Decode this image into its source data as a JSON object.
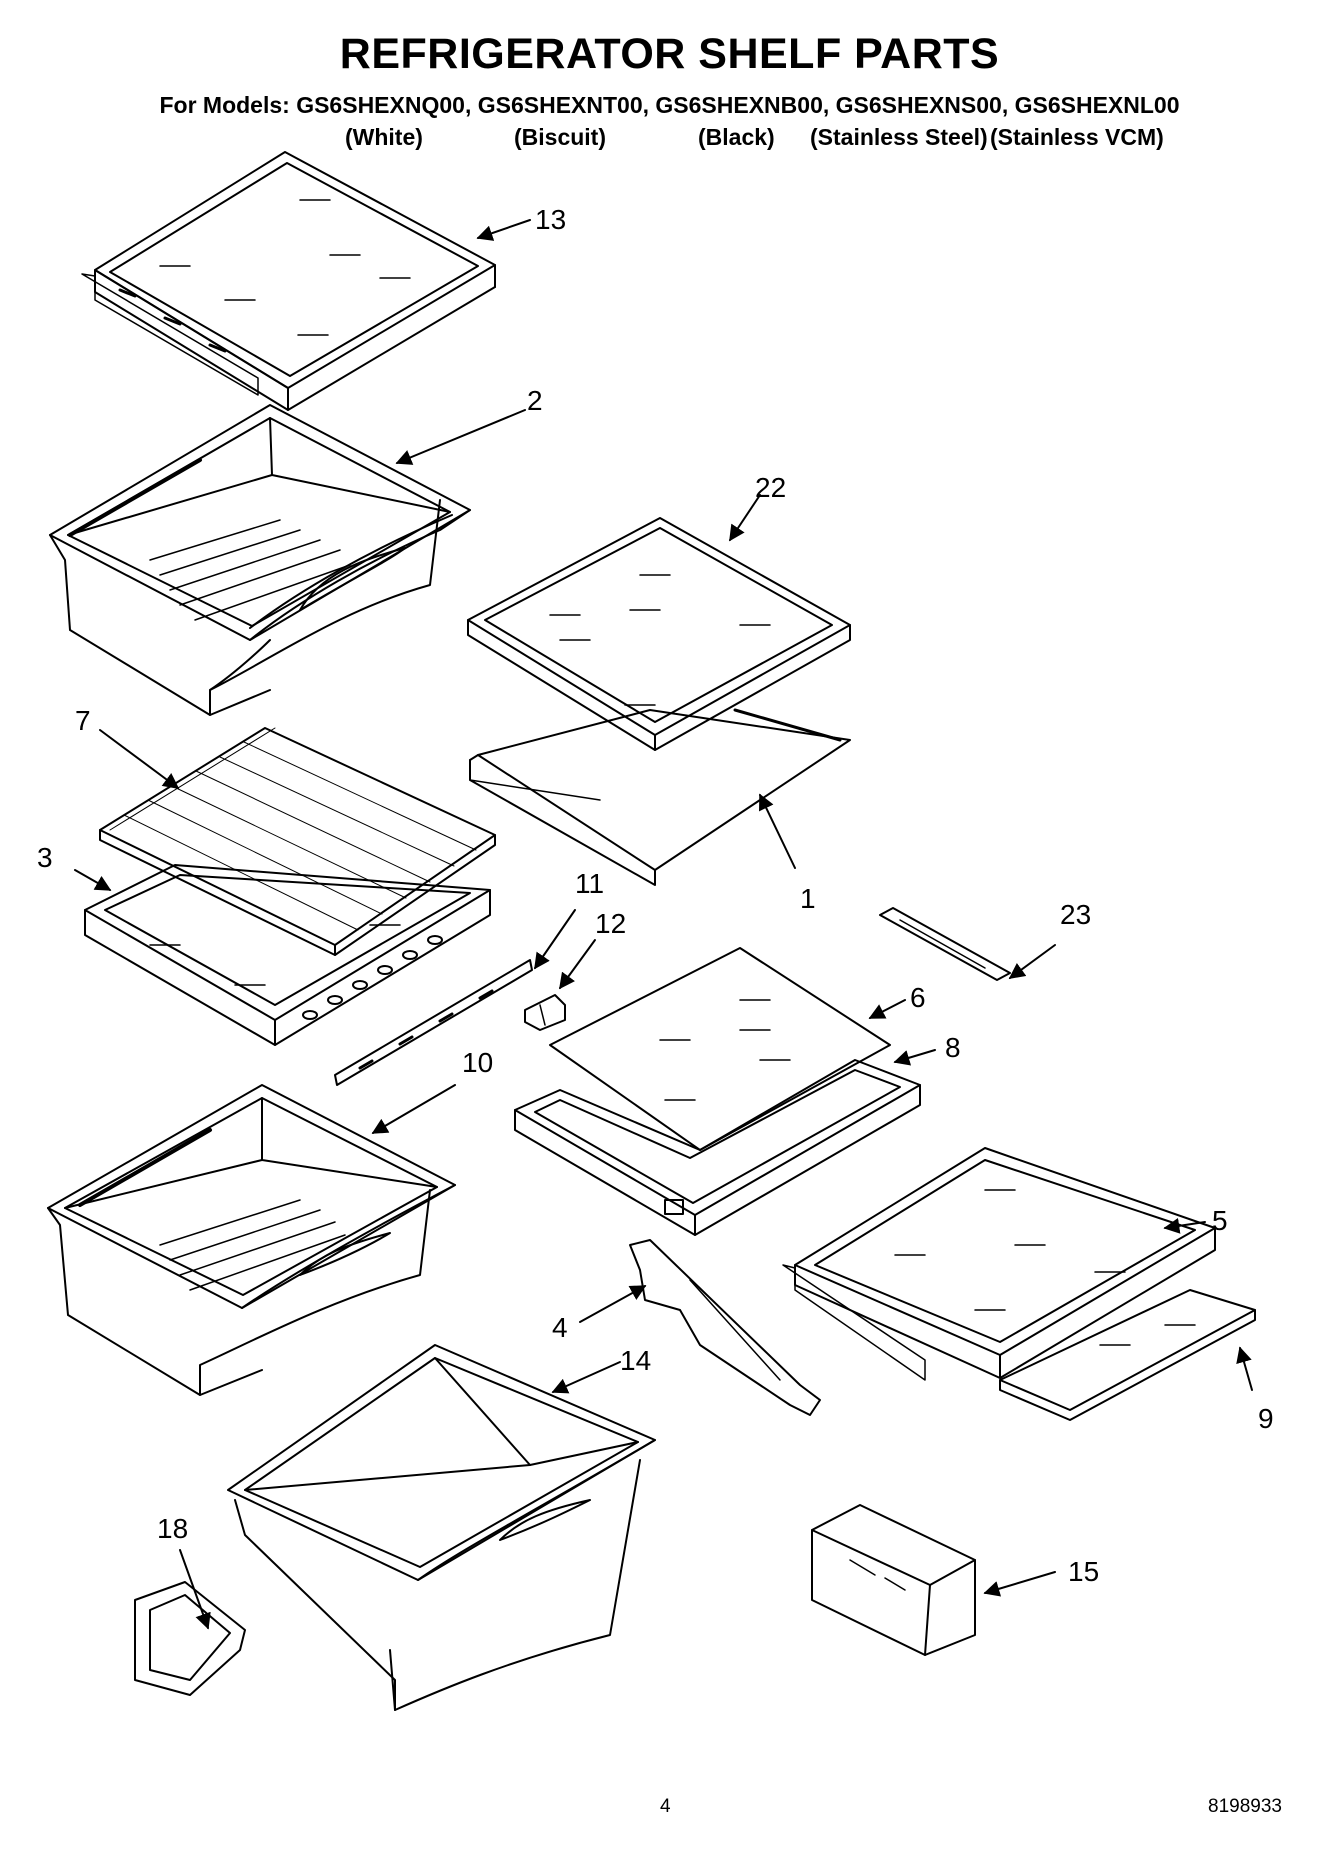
{
  "header": {
    "title": "REFRIGERATOR SHELF PARTS",
    "models_line": "For Models: GS6SHEXNQ00, GS6SHEXNT00, GS6SHEXNB00, GS6SHEXNS00, GS6SHEXNL00",
    "colors": [
      "(White)",
      "(Biscuit)",
      "(Black)",
      "(Stainless Steel)",
      "(Stainless VCM)"
    ]
  },
  "callouts": {
    "p1": "1",
    "p2": "2",
    "p3": "3",
    "p4": "4",
    "p5": "5",
    "p6": "6",
    "p7": "7",
    "p8": "8",
    "p9": "9",
    "p10": "10",
    "p11": "11",
    "p12": "12",
    "p13": "13",
    "p14": "14",
    "p15": "15",
    "p18": "18",
    "p22": "22",
    "p23": "23"
  },
  "footer": {
    "page_number": "4",
    "doc_number": "8198933"
  }
}
